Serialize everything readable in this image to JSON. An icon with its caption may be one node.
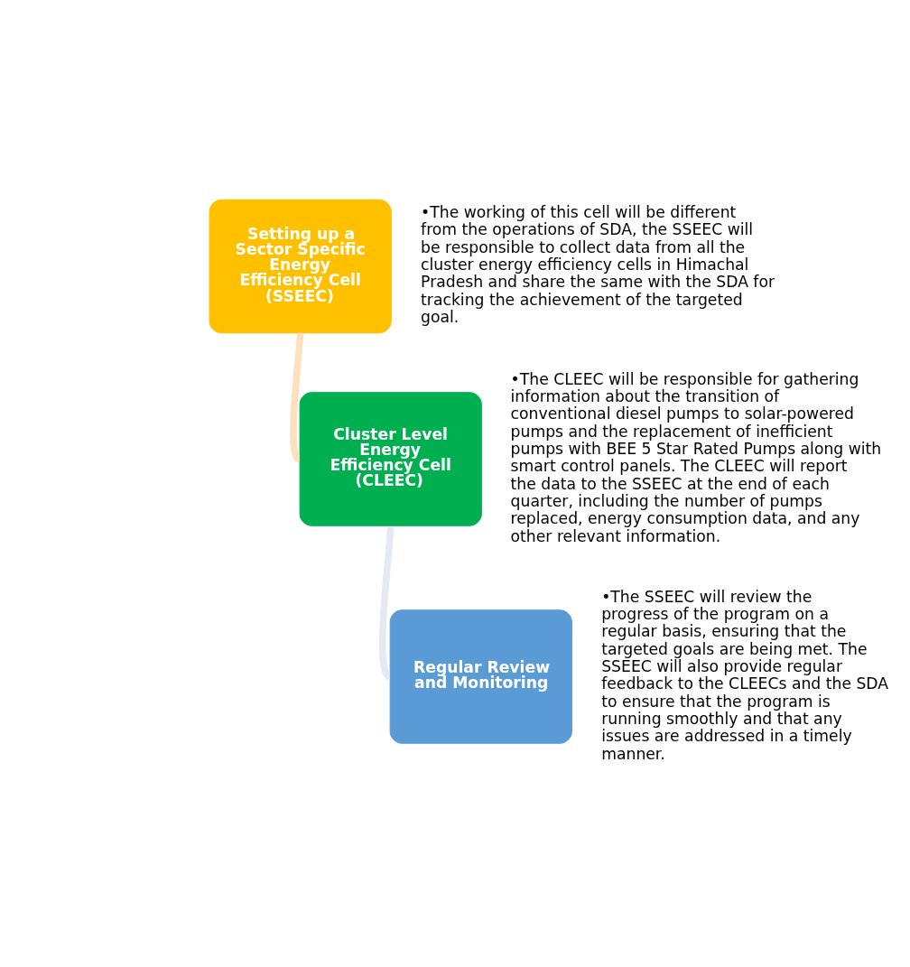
{
  "diagram": {
    "nodes": [
      {
        "text": [
          "Setting up a Sector Specific Energy Efficiency Cell (SSEEC)"
        ],
        "beside": [
          "•The working of this cell will be different from the operations of SDA, the SSEEC will be responsible to collect data from all the cluster energy efficiency cells in Himachal Pradesh and share the same with the SDA for tracking the achievement of the targeted goal."
        ]
      },
      {
        "text": [
          "Cluster Level Energy Efficiency Cell (CLEEC)"
        ],
        "beside": [
          "•The CLEEC will be responsible for gathering information about the transition of conventional diesel pumps to solar-powered pumps and the replacement of inefficient pumps with BEE 5 Star Rated Pumps along with smart control panels. The CLEEC will report the data to the SSEEC at the end of each quarter, including the number of pumps replaced, energy consumption data, and any other relevant information."
        ]
      },
      {
        "text": [
          "Regular Review and Monitoring"
        ],
        "beside": [
          "•The SSEEC will review the progress of the program on a regular basis, ensuring that the targeted goals are being met. The SSEEC will also provide regular feedback to the CLEECs and the SDA to ensure that the program is running smoothly and that any issues are addressed in a timely manner."
        ]
      }
    ],
    "edges": [
      {
        "from": 0,
        "to": 1,
        "arrow": "none",
        "color": "#fde0bd"
      },
      {
        "from": 1,
        "to": 2,
        "arrow": "none",
        "color": "#e4e9f3"
      }
    ]
  }
}
